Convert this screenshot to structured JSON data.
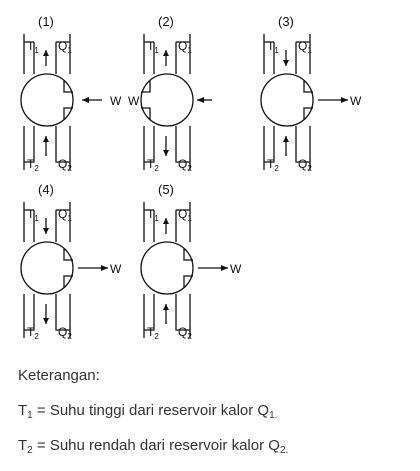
{
  "panels": [
    {
      "number": "(1)",
      "top_left": "T1",
      "top_right": "Q1",
      "bottom_left": "T2",
      "bottom_right": "Q2",
      "work": "W",
      "top_arrow": "up",
      "bottom_arrow": "up",
      "work_arrow": "in",
      "work_side": "right"
    },
    {
      "number": "(2)",
      "top_left": "T1",
      "top_right": "Q1",
      "bottom_left": "T2",
      "bottom_right": "Q2",
      "work": "W",
      "top_arrow": "up",
      "bottom_arrow": "down",
      "work_arrow": "in",
      "work_side": "left"
    },
    {
      "number": "(3)",
      "top_left": "T1",
      "top_right": "Q1",
      "bottom_left": "T2",
      "bottom_right": "Q2",
      "work": "W",
      "top_arrow": "down",
      "bottom_arrow": "up",
      "work_arrow": "out",
      "work_side": "right"
    },
    {
      "number": "(4)",
      "top_left": "T1",
      "top_right": "Q1",
      "bottom_left": "T2",
      "bottom_right": "Q2",
      "work": "W",
      "top_arrow": "down",
      "bottom_arrow": "down",
      "work_arrow": "out",
      "work_side": "right"
    },
    {
      "number": "(5)",
      "top_left": "T1",
      "top_right": "Q1",
      "bottom_left": "T2",
      "bottom_right": "Q2",
      "work": "W",
      "top_arrow": "up",
      "bottom_arrow": "up",
      "work_arrow": "out",
      "work_side": "right"
    }
  ],
  "legend": {
    "title": "Keterangan:",
    "line1": {
      "symbol": "T",
      "symbol_sub": "1",
      "text": " = Suhu tinggi dari reservoir kalor Q",
      "text_sub": "1."
    },
    "line2": {
      "symbol": "T",
      "symbol_sub": "2",
      "text": " = Suhu rendah dari reservoir kalor Q",
      "text_sub": "2."
    }
  }
}
